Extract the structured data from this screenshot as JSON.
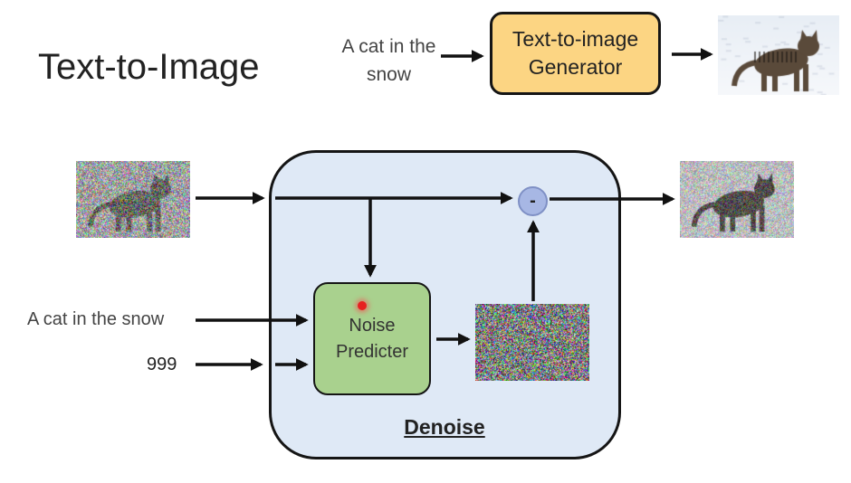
{
  "title": "Text-to-Image",
  "top_flow": {
    "prompt": "A cat in the snow",
    "generator_label": "Text-to-image Generator",
    "output_image": "cat-in-snow-photo"
  },
  "denoise": {
    "label": "Denoise",
    "noise_predicter_label": "Noise Predicter",
    "subtract_symbol": "-",
    "input_image": "noisy-cat-image",
    "output_image": "less-noisy-cat-image",
    "predicted_noise_image": "predicted-noise-image"
  },
  "inputs": {
    "prompt": "A cat in the snow",
    "step": "999"
  },
  "colors": {
    "generator_fill": "#fcd583",
    "denoise_fill": "#dfe9f6",
    "predicter_fill": "#a9d18e",
    "minus_fill": "#a7b7e4",
    "pointer": "#e62020"
  }
}
